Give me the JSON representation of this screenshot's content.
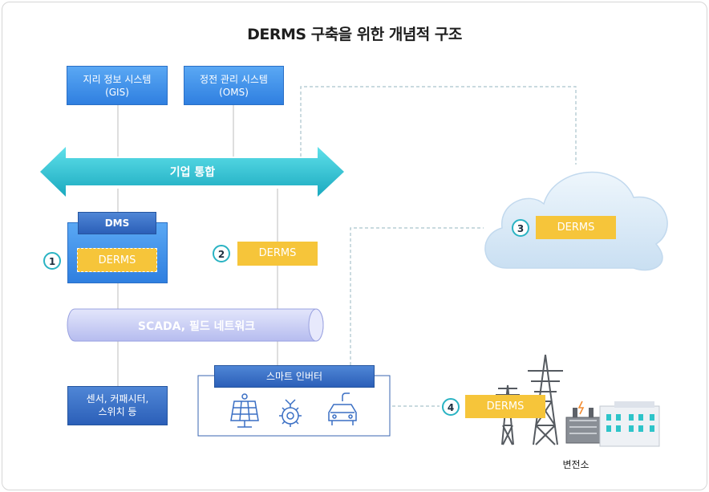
{
  "title": "DERMS 구축을 위한 개념적 구조",
  "top_systems": {
    "gis": {
      "line1": "지리 정보 시스템",
      "line2": "(GIS)"
    },
    "oms": {
      "line1": "정전 관리 시스템",
      "line2": "(OMS)"
    }
  },
  "enterprise_bus": "기업 통합",
  "dms": {
    "label": "DMS",
    "inner": "DERMS"
  },
  "derms_labels": {
    "d1": "DERMS",
    "d2": "DERMS",
    "d3": "DERMS",
    "d4": "DERMS"
  },
  "badges": {
    "b1": "1",
    "b2": "2",
    "b3": "3",
    "b4": "4"
  },
  "scada": "SCADA, 필드 네트워크",
  "sensors": {
    "line1": "센서, 커패시터,",
    "line2": "스위치 등"
  },
  "smart_inverter": "스마트 인버터",
  "substation": "변전소",
  "colors": {
    "cyan_arrow": "#2cc3d3",
    "blue_box": "#3b8ee8",
    "dark_box": "#3462a8",
    "derms_yellow": "#f6c53a",
    "badge_ring": "#2ab3c3",
    "cloud": "#d6e8f6",
    "pipe": "#c8cdf5"
  },
  "icons": [
    "solar-panel-icon",
    "gear-icon",
    "electric-car-icon",
    "cloud-icon",
    "transmission-tower-icon",
    "transformer-icon",
    "building-icon"
  ]
}
